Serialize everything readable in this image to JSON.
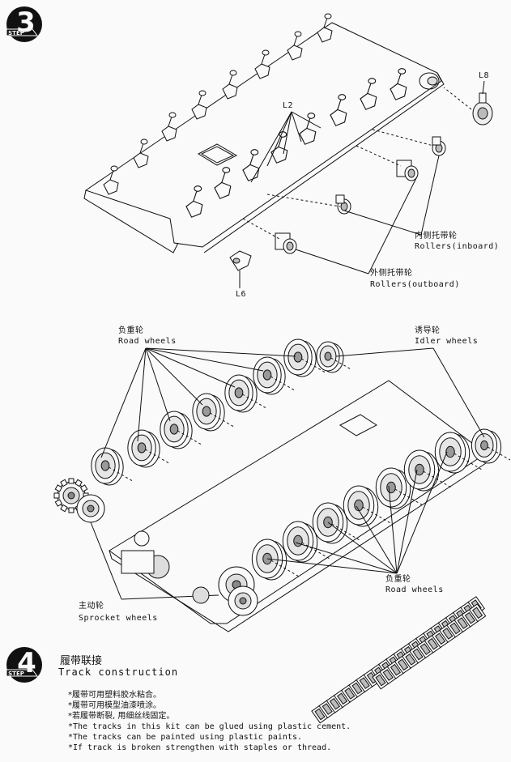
{
  "step3": {
    "number": "3",
    "step_word": "STEP",
    "labels": {
      "l8": "L8",
      "l2": "L2",
      "l6": "L6",
      "rollers_inboard_cn": "内侧托带轮",
      "rollers_inboard_en": "Rollers(inboard)",
      "rollers_outboard_cn": "外侧托带轮",
      "rollers_outboard_en": "Rollers(outboard)",
      "road_wheels_cn_top": "负重轮",
      "road_wheels_en_top": "Road  wheels",
      "idler_wheels_cn": "诱导轮",
      "idler_wheels_en": "Idler wheels",
      "road_wheels_cn_bottom": "负重轮",
      "road_wheels_en_bottom": "Road  wheels",
      "sprocket_wheels_cn": "主动轮",
      "sprocket_wheels_en": "Sprocket wheels"
    }
  },
  "step4": {
    "number": "4",
    "step_word": "STEP",
    "title_cn": "履带联接",
    "title_en": "Track construction",
    "notes": [
      "*履带可用塑料胶水粘合。",
      "*履带可用模型油漆喷涂。",
      "*若履带断裂, 用细丝线固定。",
      "*The tracks in this kit can be glued using plastic cement.",
      "*The tracks can be painted using plastic paints.",
      "*If track is broken strengthen with staples or thread."
    ]
  },
  "colors": {
    "ink": "#111111",
    "paper": "#fafafa",
    "shade": "#bdbdbd"
  }
}
